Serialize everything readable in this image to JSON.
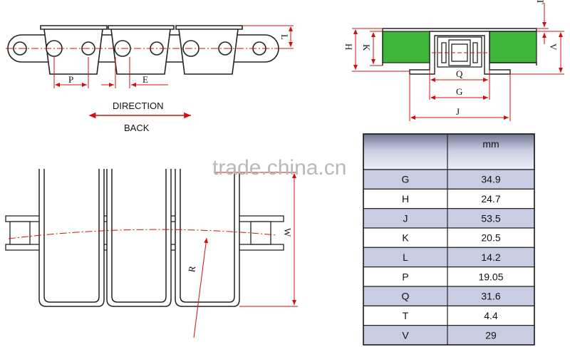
{
  "side_view": {
    "dims": {
      "P": "P",
      "E": "E",
      "L": "L"
    },
    "direction_label": "DIRECTION",
    "back_label": "BACK"
  },
  "section_view": {
    "dims": {
      "H": "H",
      "K": "K",
      "Q": "Q",
      "G": "G",
      "J": "J",
      "V": "V",
      "T": "T"
    },
    "colors": {
      "top_plate": "#3fb53a"
    }
  },
  "top_view": {
    "dims": {
      "W": "W",
      "R": "R"
    }
  },
  "watermark": "trade.china.cn",
  "table": {
    "unit_header": "mm",
    "rows": [
      {
        "code": "G",
        "value": "34.9"
      },
      {
        "code": "H",
        "value": "24.7"
      },
      {
        "code": "J",
        "value": "53.5"
      },
      {
        "code": "K",
        "value": "20.5"
      },
      {
        "code": "L",
        "value": "14.2"
      },
      {
        "code": "P",
        "value": "19.05"
      },
      {
        "code": "Q",
        "value": "31.6"
      },
      {
        "code": "T",
        "value": "4.4"
      },
      {
        "code": "V",
        "value": "29"
      }
    ],
    "colors": {
      "dark_row": "#c9cde3",
      "light_row": "#ffffff",
      "border": "#222222"
    }
  }
}
